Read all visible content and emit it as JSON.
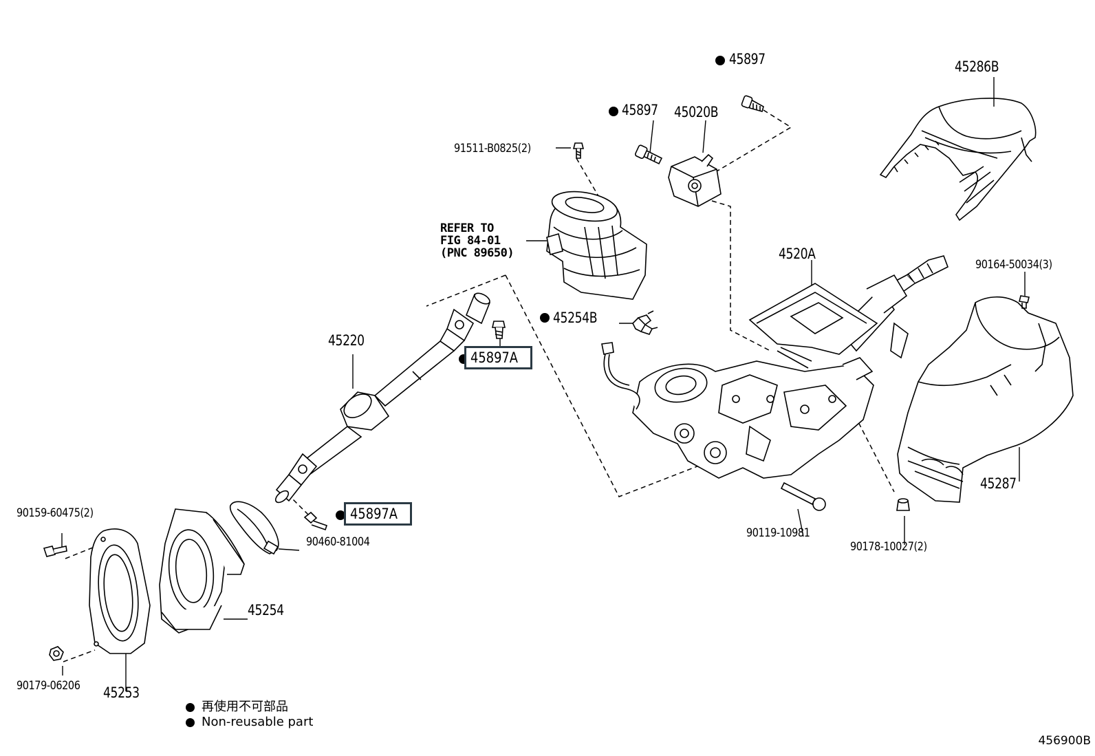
{
  "labels": {
    "p45897_top": "45897",
    "p45286b": "45286B",
    "p45897_mid": "45897",
    "p45020b": "45020B",
    "p91511": "91511-B0825(2)",
    "refer": [
      "REFER TO",
      "FIG 84-01",
      "(PNC 89650)"
    ],
    "p4520a": "4520A",
    "p90164": "90164-50034(3)",
    "p45254b": "45254B",
    "p45220": "45220",
    "p45897a_1": "45897A",
    "p45897a_2": "45897A",
    "p90159": "90159-60475(2)",
    "p90460": "90460-81004",
    "p45254": "45254",
    "p90179": "90179-06206",
    "p45253": "45253",
    "p90119": "90119-10981",
    "p90178": "90178-10027(2)",
    "p45287": "45287"
  },
  "legend": {
    "line1": "再使用不可部品",
    "line2": "Non-reusable part"
  },
  "figure_id": "456900B"
}
